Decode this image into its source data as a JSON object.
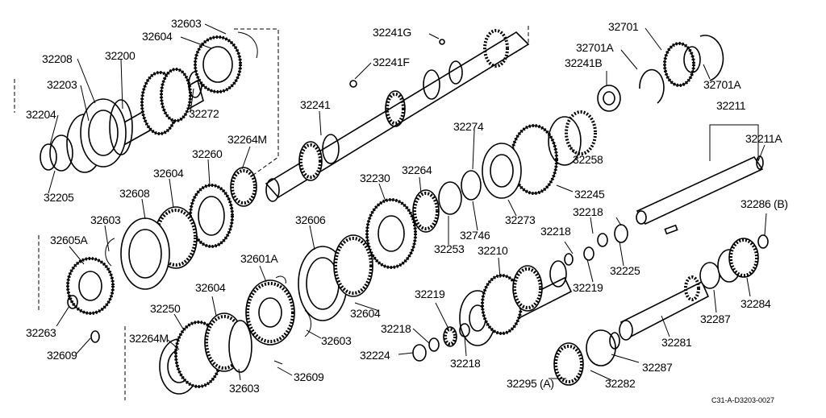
{
  "diagram": {
    "part_numbers": {
      "p32603_a": "32603",
      "p32604_a": "32604",
      "p32208": "32208",
      "p32200": "32200",
      "p32203": "32203",
      "p32204": "32204",
      "p32272": "32272",
      "p32205": "32205",
      "p32241G": "32241G",
      "p32241F": "32241F",
      "p32241": "32241",
      "p32701": "32701",
      "p32701A_a": "32701A",
      "p32241B": "32241B",
      "p32701A_b": "32701A",
      "p32211": "32211",
      "p32211A": "32211A",
      "p32264M_a": "32264M",
      "p32260": "32260",
      "p32604_b": "32604",
      "p32608": "32608",
      "p32603_b": "32603",
      "p32605A": "32605A",
      "p32263": "32263",
      "p32609_a": "32609",
      "p32274": "32274",
      "p32264": "32264",
      "p32230": "32230",
      "p32258": "32258",
      "p32245": "32245",
      "p32273": "32273",
      "p32746": "32746",
      "p32253": "32253",
      "p32606": "32606",
      "p32218_a": "32218",
      "p32218_b": "32218",
      "p32225": "32225",
      "p32286B": "32286 (B)",
      "p32210": "32210",
      "p32219_a": "32219",
      "p32601A": "32601A",
      "p32604_c": "32604",
      "p32604_d": "32604",
      "p32250": "32250",
      "p32264M_b": "32264M",
      "p32603_c": "32603",
      "p32603_d": "32603",
      "p32609_b": "32609",
      "p32219_b": "32219",
      "p32218_c": "32218",
      "p32224": "32224",
      "p32218_d": "32218",
      "p32287_a": "32287",
      "p32284": "32284",
      "p32281": "32281",
      "p32287_b": "32287",
      "p32282": "32282",
      "p32295A": "32295 (A)"
    },
    "drawing_code": "C31-A-D3203-0027"
  }
}
